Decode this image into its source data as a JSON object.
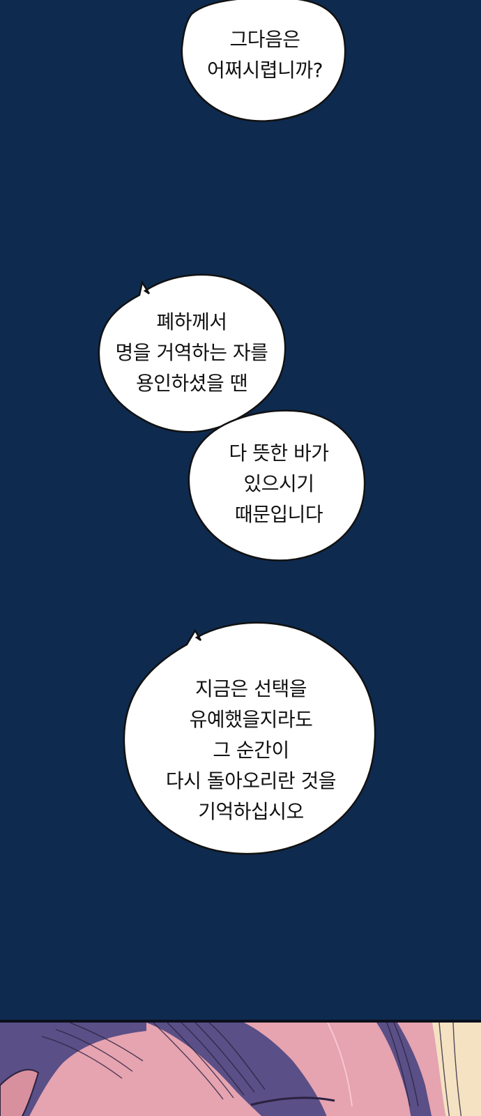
{
  "colors": {
    "background": "#0e2a4f",
    "bubble_fill": "#ffffff",
    "bubble_outline": "#111111",
    "skin": "#e6a3b0",
    "hair": "#5a4f86",
    "light": "#f4e2c2"
  },
  "bubbles": [
    {
      "lines": [
        "그다음은",
        "어쩌시렵니까?"
      ]
    },
    {
      "lines": [
        "폐하께서",
        "명을 거역하는 자를",
        "용인하셨을 땐"
      ]
    },
    {
      "lines": [
        "다 뜻한 바가",
        "있으시기",
        "때문입니다"
      ]
    },
    {
      "lines": [
        "지금은 선택을",
        "유예했을지라도",
        "그 순간이",
        "다시 돌아오리란 것을",
        "기억하십시오"
      ]
    }
  ]
}
